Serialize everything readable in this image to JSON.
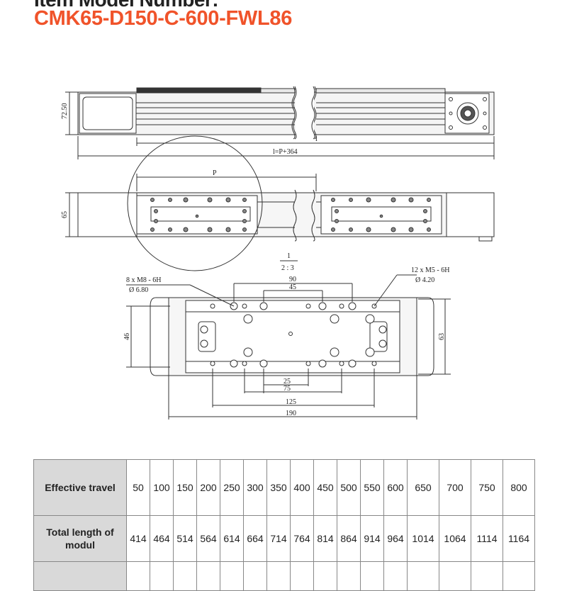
{
  "header": {
    "label": "Item Model Number:",
    "model": "CMK65-D150-C-600-FWL86"
  },
  "drawing": {
    "dims": {
      "height_72_5": "72.50",
      "l": "l",
      "l_total": "l=P+364",
      "p": "P",
      "h65": "65",
      "scale_num": "1",
      "scale_den": "2 : 3",
      "m8_spec": "8 x  M8 - 6H",
      "m8_dia": "Ø 6.80",
      "m5_spec": "12 x  M5 - 6H",
      "m5_dia": "Ø 4.20",
      "d90": "90",
      "d45": "45",
      "d46": "46",
      "d63": "63",
      "d25": "25",
      "d75": "75",
      "d125": "125",
      "d190": "190"
    }
  },
  "table": {
    "rows": [
      {
        "label": "Effective travel",
        "values": [
          "50",
          "100",
          "150",
          "200",
          "250",
          "300",
          "350",
          "400",
          "450",
          "500",
          "550",
          "600",
          "650",
          "700",
          "750",
          "800"
        ]
      },
      {
        "label": "Total length of modul",
        "values": [
          "414",
          "464",
          "514",
          "564",
          "614",
          "664",
          "714",
          "764",
          "814",
          "864",
          "914",
          "964",
          "1014",
          "1064",
          "1114",
          "1164"
        ]
      },
      {
        "label": "",
        "values": [
          "",
          "",
          "",
          "",
          "",
          "",
          "",
          "",
          "",
          "",
          "",
          "",
          "",
          "",
          "",
          ""
        ]
      }
    ]
  }
}
